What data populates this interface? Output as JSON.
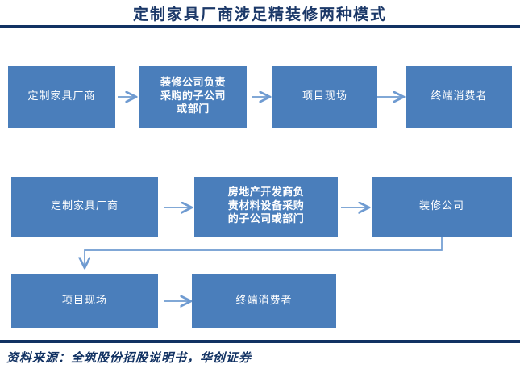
{
  "header": {
    "title": "定制家具厂商涉足精装修两种模式",
    "rule_color": "#123263"
  },
  "footer": {
    "source_label": "资料来源：全筑股份招股说明书，华创证券"
  },
  "theme": {
    "node_fill": "#4a7ebb",
    "node_text": "#ffffff",
    "arrow_color": "#6f9bd1",
    "title_color": "#1b3868"
  },
  "diagram": {
    "type": "flowchart",
    "rows": [
      {
        "name": "model-one",
        "nodes": [
          {
            "id": "r1n1",
            "label": "定制家具厂商"
          },
          {
            "id": "r1n2",
            "label": "装修公司负责\n采购的子公司\n或部门"
          },
          {
            "id": "r1n3",
            "label": "项目现场"
          },
          {
            "id": "r1n4",
            "label": "终端消费者"
          }
        ],
        "arrows": [
          "r1n1->r1n2",
          "r1n2->r1n3",
          "r1n3->r1n4"
        ]
      },
      {
        "name": "model-two-upper",
        "nodes": [
          {
            "id": "r2n1",
            "label": "定制家具厂商"
          },
          {
            "id": "r2n2",
            "label": "房地产开发商负\n责材料设备采购\n的子公司或部门"
          },
          {
            "id": "r2n3",
            "label": "装修公司"
          }
        ],
        "arrows": [
          "r2n1->r2n2",
          "r2n2->r2n3"
        ]
      },
      {
        "name": "model-two-lower",
        "nodes": [
          {
            "id": "r3n1",
            "label": "项目现场"
          },
          {
            "id": "r3n2",
            "label": "终端消费者"
          }
        ],
        "arrows": [
          "r2n3->r3n1",
          "r3n1->r3n2"
        ]
      }
    ]
  },
  "icons": {
    "arrow_right": "arrow-right-icon",
    "arrow_down": "arrow-down-icon",
    "elbow": "elbow-connector-icon"
  }
}
